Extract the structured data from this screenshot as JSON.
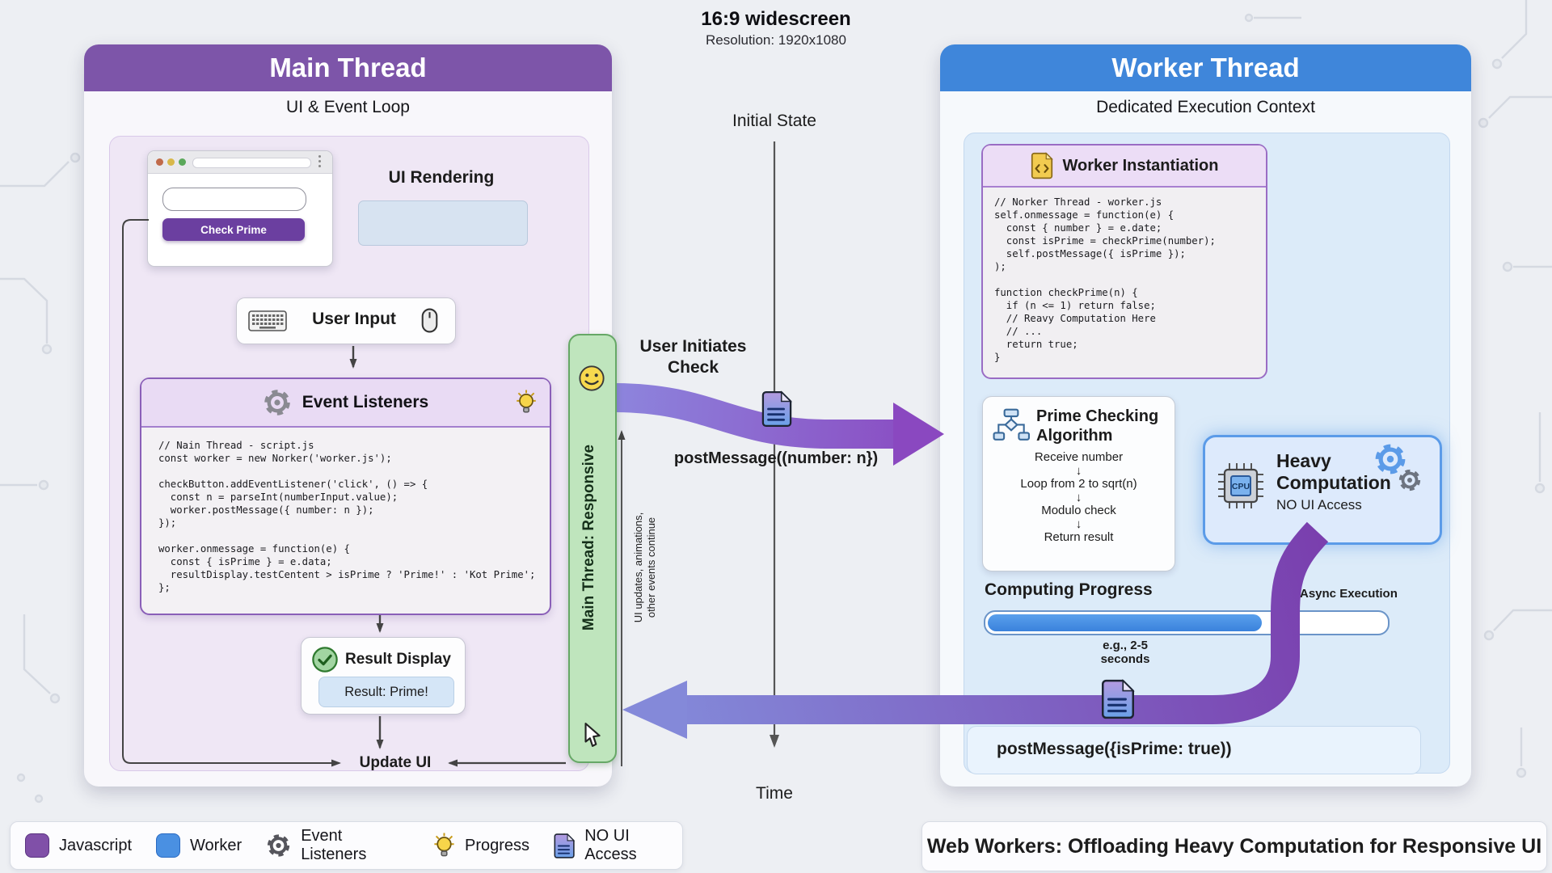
{
  "header": {
    "title": "16:9 widescreen",
    "subtitle": "Resolution: 1920x1080"
  },
  "main_thread": {
    "title": "Main Thread",
    "subtitle": "UI & Event Loop",
    "browser": {
      "button_label": "Check Prime"
    },
    "ui_rendering_label": "UI Rendering",
    "user_input_label": "User Input",
    "event_listeners": {
      "title": "Event Listeners",
      "code": "// Nain Thread - script.js\nconst worker = new Norker('worker.js');\n\ncheckButton.addEventListener('click', () => {\n  const n = parseInt(numberInput.value);\n  worker.postMessage({ number: n });\n});\n\nworker.onmessage = function(e) {\n  const { isPrime } = e.data;\n  resultDisplay.testCentent > isPrime ? 'Prime!' : 'Kot Prime';\n};"
    },
    "result_display": {
      "title": "Result Display",
      "value": "Result: Prime!"
    },
    "update_ui_label": "Update UI"
  },
  "timeline": {
    "initial_state": "Initial State",
    "time_label": "Time"
  },
  "flow": {
    "user_initiates_line1": "User Initiates",
    "user_initiates_line2": "Check",
    "post_message_forward": "postMessage((number: n})",
    "post_message_return": "postMessage({isPrime: true))",
    "responsive_bar_label": "Main Thread: Responsive",
    "side_note_line1": "UI updates, animations,",
    "side_note_line2": "other events continue"
  },
  "worker_thread": {
    "title": "Worker Thread",
    "subtitle": "Dedicated Execution Context",
    "instantiation": {
      "title": "Worker Instantiation",
      "code": "// Norker Thread - worker.js\nself.onmessage = function(e) {\n  const { number } = e.date;\n  const isPrime = checkPrime(number);\n  self.postMessage({ isPrime });\n);\n\nfunction checkPrime(n) {\n  if (n <= 1) return false;\n  // Reavy Computation Here\n  // ...\n  return true;\n}"
    },
    "algorithm": {
      "title_line1": "Prime Checking",
      "title_line2": "Algorithm",
      "step_arrow": "↓",
      "steps": [
        "Receive number",
        "Loop from 2 to sqrt(n)",
        "Modulo check",
        "Return result"
      ]
    },
    "heavy_computation": {
      "title_line1": "Heavy",
      "title_line2": "Computation",
      "subtitle": "NO UI Access",
      "cpu_label": "CPU"
    },
    "progress": {
      "title": "Computing Progress",
      "async_label": "Async Execution",
      "duration_label": "e.g., 2-5 seconds",
      "percent": 68
    }
  },
  "legend": {
    "items": [
      {
        "label": "Javascript",
        "swatch": "#8050a8"
      },
      {
        "label": "Worker",
        "swatch": "#4a90e2"
      },
      {
        "label": "Event Listeners",
        "icon": "gear-icon"
      },
      {
        "label": "Progress",
        "icon": "lightbulb-icon"
      },
      {
        "label": "NO UI Access",
        "icon": "document-icon"
      }
    ]
  },
  "footer": {
    "title": "Web Workers: Offloading Heavy Computation for Responsive UI"
  },
  "colors": {
    "main_accent": "#7d55a9",
    "worker_accent": "#3f86da",
    "arrow_purple": "#8a5fc8",
    "responsive_green": "#bfe5bd",
    "progress_blue": "#3f8ce4"
  }
}
